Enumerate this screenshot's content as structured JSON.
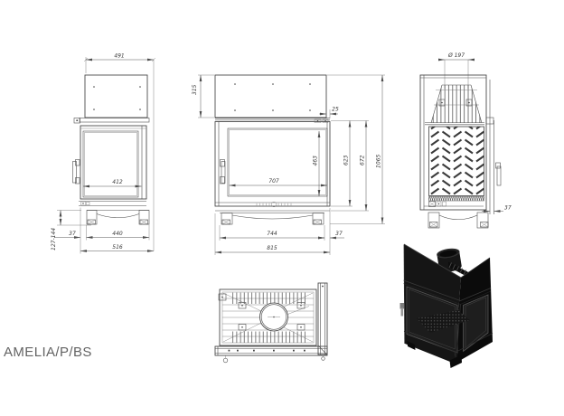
{
  "drawing": {
    "product_code": "AMELIA/P/BS",
    "dimensions": {
      "side_view": {
        "top_depth": "491",
        "glass_depth": "412",
        "front_offset": "37",
        "base_depth": "440",
        "total_depth": "516",
        "base_height_range": "127-144"
      },
      "front_view": {
        "hood_height": "315",
        "flue_offset": "25",
        "glass_height": "463",
        "door_height": "623",
        "body_height": "672",
        "total_height": "1065",
        "glass_width": "707",
        "base_width": "744",
        "side_offset": "37",
        "total_width": "815"
      },
      "rear_view": {
        "flue_diameter": "Ø 197",
        "wall_offset": "37"
      }
    },
    "palette": {
      "line": "#404040",
      "dimension": "#555555",
      "text": "#3a3a3a",
      "title_text": "#636363",
      "render_body": "#111111",
      "render_glass": "#242424"
    }
  }
}
